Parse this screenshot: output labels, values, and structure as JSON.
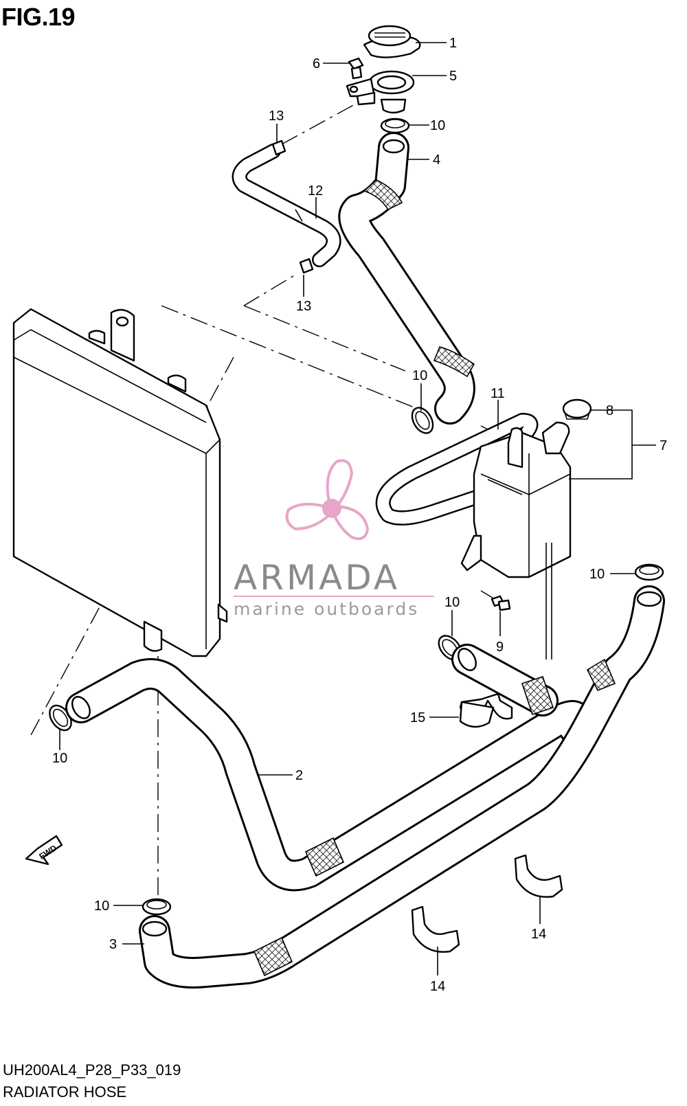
{
  "header": {
    "figure": "FIG.19"
  },
  "footer": {
    "code": "UH200AL4_P28_P33_019",
    "name": "RADIATOR HOSE"
  },
  "watermark": {
    "brand": "ARMADA",
    "tagline": "marine outboards",
    "brand_color": "#e8a5c8",
    "text_color": "#8a8a8a"
  },
  "fwd_arrow": {
    "label": "FWD"
  },
  "callouts": {
    "c1": "1",
    "c2": "2",
    "c3": "3",
    "c4": "4",
    "c5": "5",
    "c6": "6",
    "c7": "7",
    "c8": "8",
    "c9": "9",
    "c10a": "10",
    "c10b": "10",
    "c10c": "10",
    "c10d": "10",
    "c10e": "10",
    "c10f": "10",
    "c11": "11",
    "c12": "12",
    "c13a": "13",
    "c13b": "13",
    "c14a": "14",
    "c14b": "14",
    "c15": "15"
  }
}
